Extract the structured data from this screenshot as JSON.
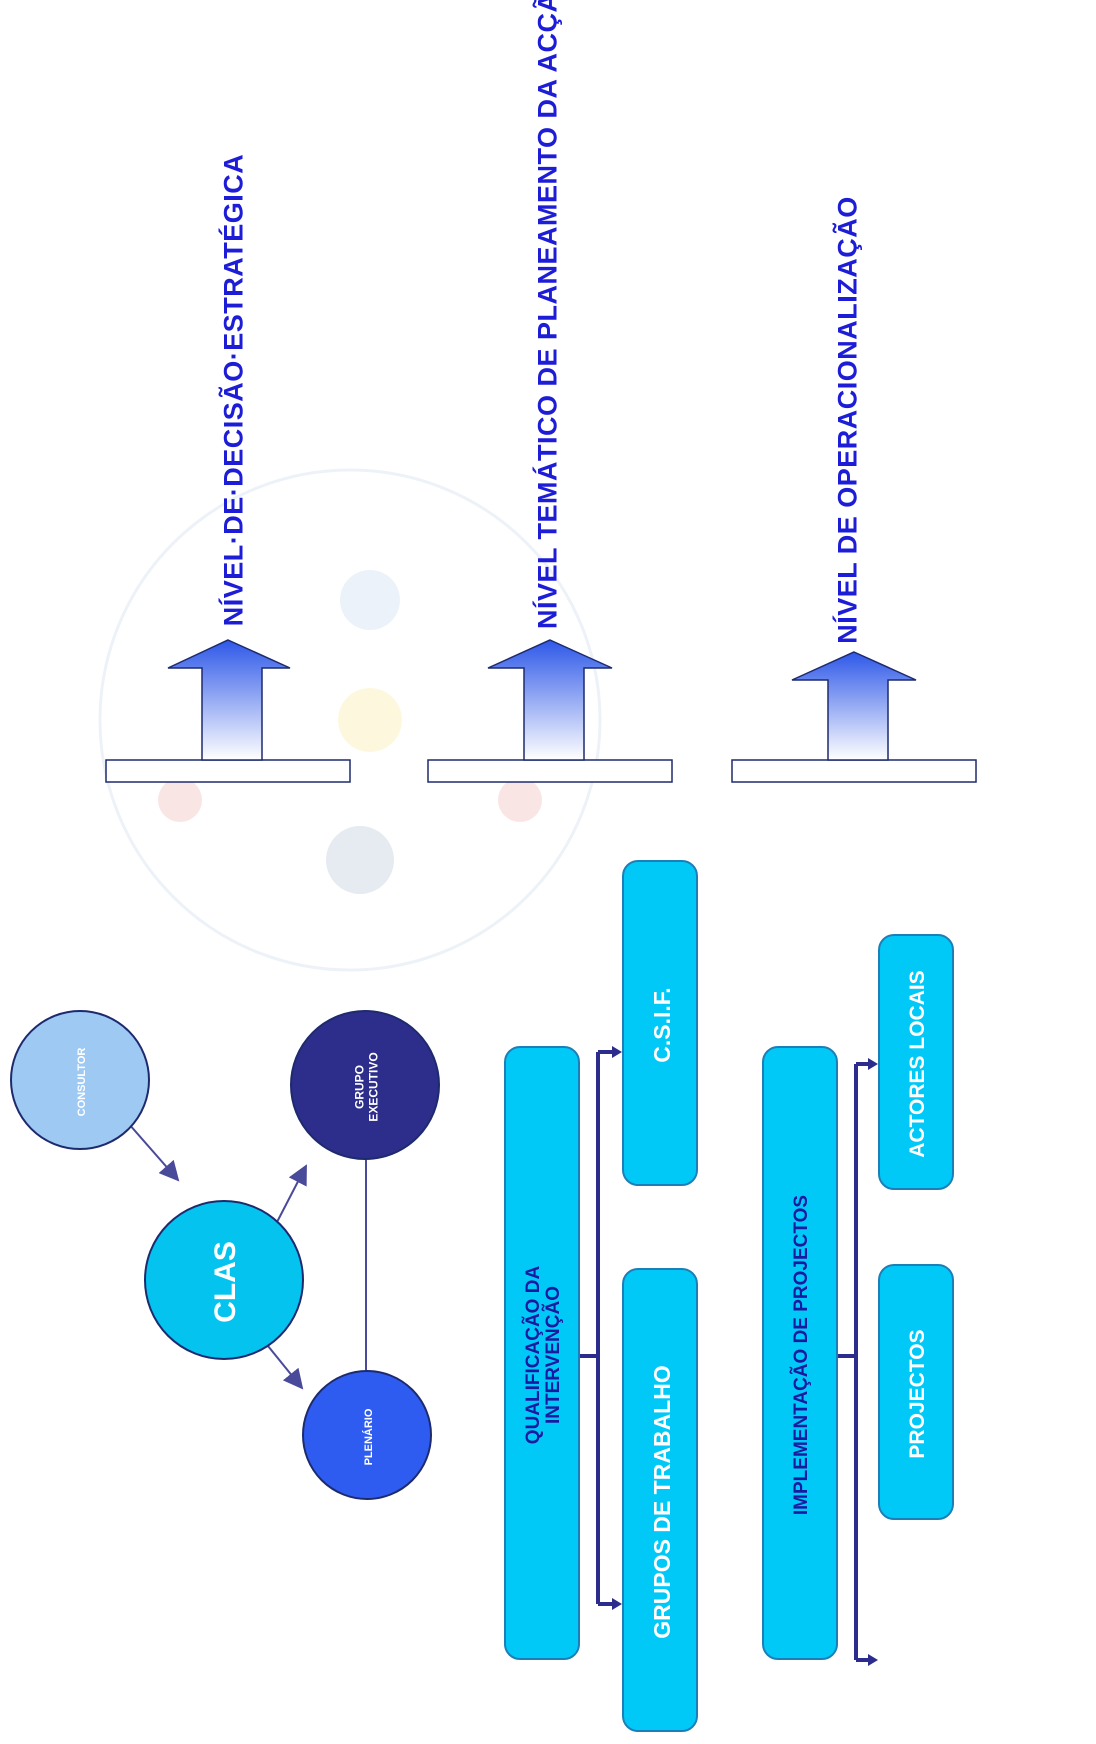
{
  "colors": {
    "heading": "#1d1dd8",
    "box_fill": "#00c9f8",
    "box_text": "#ffffff",
    "box_text_dark": "#1a1aa0",
    "connector": "#2c2c8c",
    "consultor": "#9dc9f3",
    "clas": "#05c3ef",
    "grupo_executivo": "#2d2d8c",
    "plenario": "#2f5cf0",
    "arrow_top": "#2e58e8",
    "arrow_bottom": "#ffffff"
  },
  "levels": {
    "decisao": "NÍVEL·DE·DECISÃO·ESTRATÉGICA",
    "tematico": "NÍVEL  TEMÁTICO DE PLANEAMENTO DA ACÇÃO",
    "operacional": "NÍVEL DE OPERACIONALIZAÇÃO"
  },
  "nodes": {
    "consultor": "CONSULTOR",
    "clas": "CLAS",
    "grupo_executivo_line1": "GRUPO",
    "grupo_executivo_line2": "EXECUTIVO",
    "plenario": "PLENÁRIO"
  },
  "boxes": {
    "qualificacao_line1": "QUALIFICAÇÃO DA",
    "qualificacao_line2": "INTERVENÇÃO",
    "csif": "C.S.I.F.",
    "grupos_trabalho": "GRUPOS DE TRABALHO",
    "implementacao": "IMPLEMENTAÇÃO DE PROJECTOS",
    "actores_locais": "ACTORES LOCAIS",
    "projectos": "PROJECTOS"
  },
  "arrows": [
    "strategic-level-arrow",
    "thematic-level-arrow",
    "operational-level-arrow"
  ],
  "icons": {
    "watermark": "logo-watermark"
  }
}
